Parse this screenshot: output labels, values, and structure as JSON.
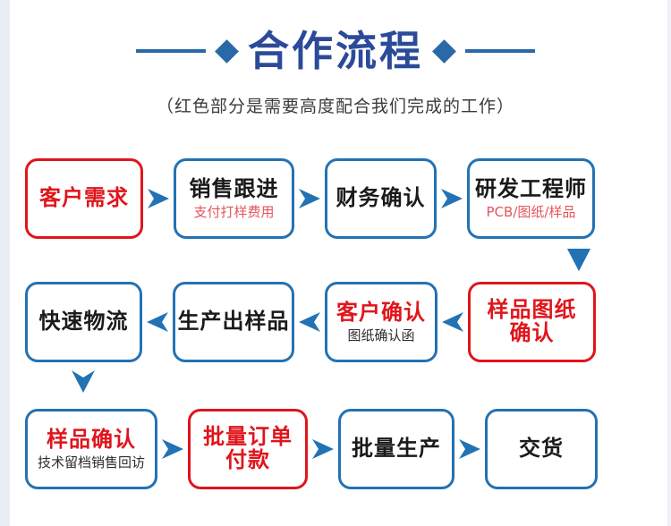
{
  "header": {
    "title": "合作流程",
    "subtitle": "（红色部分是需要高度配合我们完成的工作）",
    "left_rule": "rule-line",
    "left_diamond": "diamond-icon",
    "right_diamond": "diamond-icon",
    "right_rule": "rule-line"
  },
  "colors": {
    "title_blue": "#2b4a99",
    "accent_blue": "#2272b4",
    "decor_blue": "#2a69a8",
    "red": "#e0151c",
    "sub_red": "#e4555a",
    "text_black": "#1a1a1a",
    "background": "#ffffff",
    "edge_tint": "#e9edf5"
  },
  "flow": {
    "row1": {
      "direction": "left-to-right",
      "nodes": [
        {
          "main": "客户需求",
          "main_color": "red",
          "border": "red",
          "sub": "",
          "sub_color": ""
        },
        {
          "main": "销售跟进",
          "main_color": "black",
          "border": "blue",
          "sub": "支付打样费用",
          "sub_color": "red"
        },
        {
          "main": "财务确认",
          "main_color": "black",
          "border": "blue",
          "sub": "",
          "sub_color": ""
        },
        {
          "main": "研发工程师",
          "main_color": "black",
          "border": "blue",
          "sub": "PCB/图纸/样品",
          "sub_color": "red"
        }
      ],
      "arrows": [
        "arrow-right-icon",
        "arrow-right-icon",
        "arrow-right-icon"
      ]
    },
    "row2": {
      "direction": "right-to-left",
      "nodes": [
        {
          "main": "快速物流",
          "main_color": "black",
          "border": "blue",
          "sub": "",
          "sub_color": ""
        },
        {
          "main": "生产出样品",
          "main_color": "black",
          "border": "blue",
          "sub": "",
          "sub_color": ""
        },
        {
          "main": "客户确认",
          "main_color": "red",
          "border": "blue",
          "sub": "图纸确认函",
          "sub_color": "black"
        },
        {
          "main": "样品图纸\n确认",
          "main_color": "red",
          "border": "red",
          "sub": "",
          "sub_color": ""
        }
      ],
      "arrows": [
        "arrow-left-icon",
        "arrow-left-icon",
        "arrow-left-icon"
      ]
    },
    "row3": {
      "direction": "left-to-right",
      "nodes": [
        {
          "main": "样品确认",
          "main_color": "red",
          "border": "blue",
          "sub": "技术留档销售回访",
          "sub_color": "black"
        },
        {
          "main": "批量订单\n付款",
          "main_color": "red",
          "border": "red",
          "sub": "",
          "sub_color": ""
        },
        {
          "main": "批量生产",
          "main_color": "black",
          "border": "blue",
          "sub": "",
          "sub_color": ""
        },
        {
          "main": "交货",
          "main_color": "black",
          "border": "blue",
          "sub": "",
          "sub_color": ""
        }
      ],
      "arrows": [
        "arrow-right-icon",
        "arrow-right-icon",
        "arrow-right-icon"
      ]
    },
    "vertical_connectors": [
      {
        "name": "arrow-down-icon",
        "from": "研发工程师",
        "to": "样品图纸确认",
        "side": "right"
      },
      {
        "name": "arrow-down-icon",
        "from": "快速物流",
        "to": "样品确认",
        "side": "left"
      }
    ]
  }
}
